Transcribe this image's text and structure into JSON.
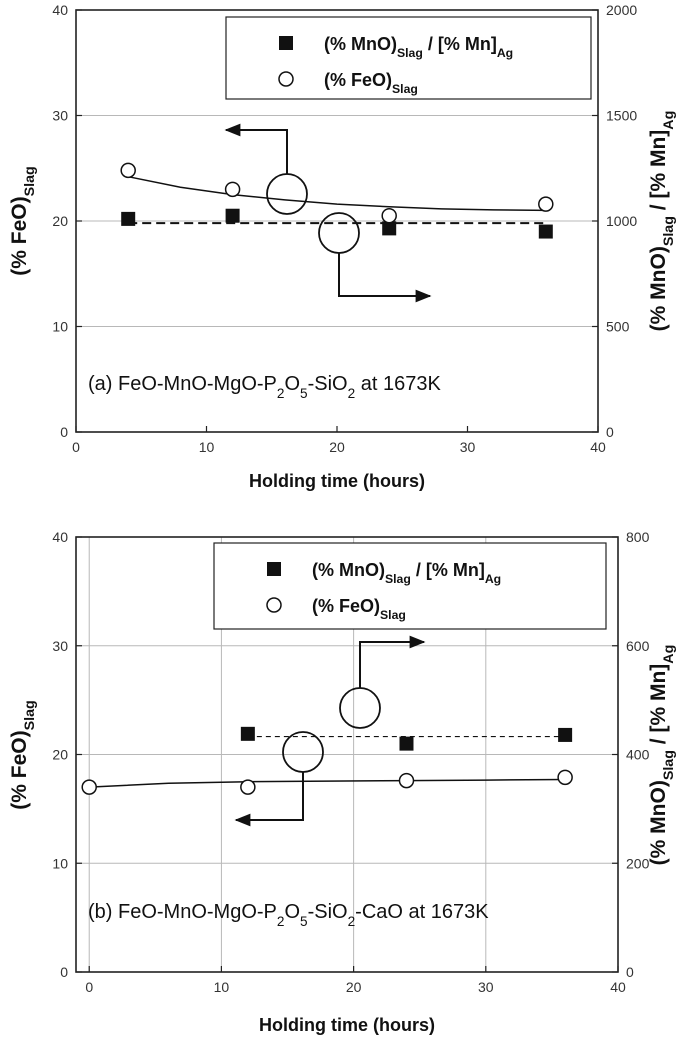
{
  "chart_data": [
    {
      "panel": "a",
      "type": "scatter",
      "annotation": {
        "main": "(a) FeO-MnO-MgO-P",
        "sub1": "2",
        "mid1": "O",
        "sub2": "5",
        "mid2": "-SiO",
        "sub3": "2",
        "tail": " at 1673K"
      },
      "xlabel": "Holding time (hours)",
      "ylabel_left": {
        "main": "(% FeO)",
        "sub": "Slag"
      },
      "ylabel_right": {
        "p1": "(% MnO)",
        "s1": "Slag",
        "p2": " / [% Mn]",
        "s2": "Ag"
      },
      "xlim": [
        0,
        40
      ],
      "ylim_left": [
        0,
        40
      ],
      "ylim_right": [
        0,
        2000
      ],
      "x_ticks": [
        "0",
        "10",
        "20",
        "30",
        "40"
      ],
      "y_left_ticks": [
        "0",
        "10",
        "20",
        "30",
        "40"
      ],
      "y_right_ticks": [
        "0",
        "500",
        "1000",
        "1500",
        "2000"
      ],
      "grid": "horizontal",
      "legend_position": "top-right",
      "series": [
        {
          "name_main": "(% MnO)",
          "name_sub1": "Slag",
          "name_mid": " / [% Mn]",
          "name_sub2": "Ag",
          "marker": "filled-square",
          "axis": "right",
          "x": [
            4,
            12,
            24,
            36
          ],
          "y": [
            1010,
            1025,
            965,
            950
          ],
          "fit": {
            "style": "dashed",
            "y": 990
          }
        },
        {
          "name_main": "(% FeO)",
          "name_sub1": "Slag",
          "marker": "open-circle",
          "axis": "left",
          "x": [
            4,
            12,
            24,
            36
          ],
          "y": [
            24.8,
            23.0,
            20.5,
            21.6
          ],
          "fit": {
            "style": "solid",
            "x": [
              4,
              8,
              12,
              16,
              20,
              24,
              28,
              32,
              36
            ],
            "y": [
              24.2,
              23.2,
              22.5,
              22.0,
              21.6,
              21.35,
              21.15,
              21.05,
              21.0
            ]
          }
        }
      ]
    },
    {
      "panel": "b",
      "type": "scatter",
      "annotation": {
        "main": "(b) FeO-MnO-MgO-P",
        "sub1": "2",
        "mid1": "O",
        "sub2": "5",
        "mid2": "-SiO",
        "sub3": "2",
        "tail": "-CaO at 1673K"
      },
      "xlabel": "Holding time (hours)",
      "ylabel_left": {
        "main": "(% FeO)",
        "sub": "Slag"
      },
      "ylabel_right": {
        "p1": "(% MnO)",
        "s1": "Slag",
        "p2": " / [% Mn]",
        "s2": "Ag"
      },
      "xlim": [
        -1,
        40
      ],
      "ylim_left": [
        0,
        40
      ],
      "ylim_right": [
        0,
        800
      ],
      "x_ticks": [
        "0",
        "10",
        "20",
        "30",
        "40"
      ],
      "y_left_ticks": [
        "0",
        "10",
        "20",
        "30",
        "40"
      ],
      "y_right_ticks": [
        "0",
        "200",
        "400",
        "600",
        "800"
      ],
      "grid": "both",
      "legend_position": "top-right",
      "series": [
        {
          "name_main": "(% MnO)",
          "name_sub1": "Slag",
          "name_mid": " / [% Mn]",
          "name_sub2": "Ag",
          "marker": "filled-square",
          "axis": "right",
          "x": [
            12,
            24,
            36
          ],
          "y": [
            438,
            420,
            436
          ],
          "fit": {
            "style": "dashed",
            "y": 433
          }
        },
        {
          "name_main": "(% FeO)",
          "name_sub1": "Slag",
          "marker": "open-circle",
          "axis": "left",
          "x": [
            0,
            12,
            24,
            36
          ],
          "y": [
            17.0,
            17.0,
            17.6,
            17.9
          ],
          "fit": {
            "style": "solid",
            "x": [
              0,
              6,
              12,
              18,
              24,
              30,
              36
            ],
            "y": [
              17.0,
              17.35,
              17.5,
              17.55,
              17.6,
              17.65,
              17.7
            ]
          }
        }
      ]
    }
  ]
}
